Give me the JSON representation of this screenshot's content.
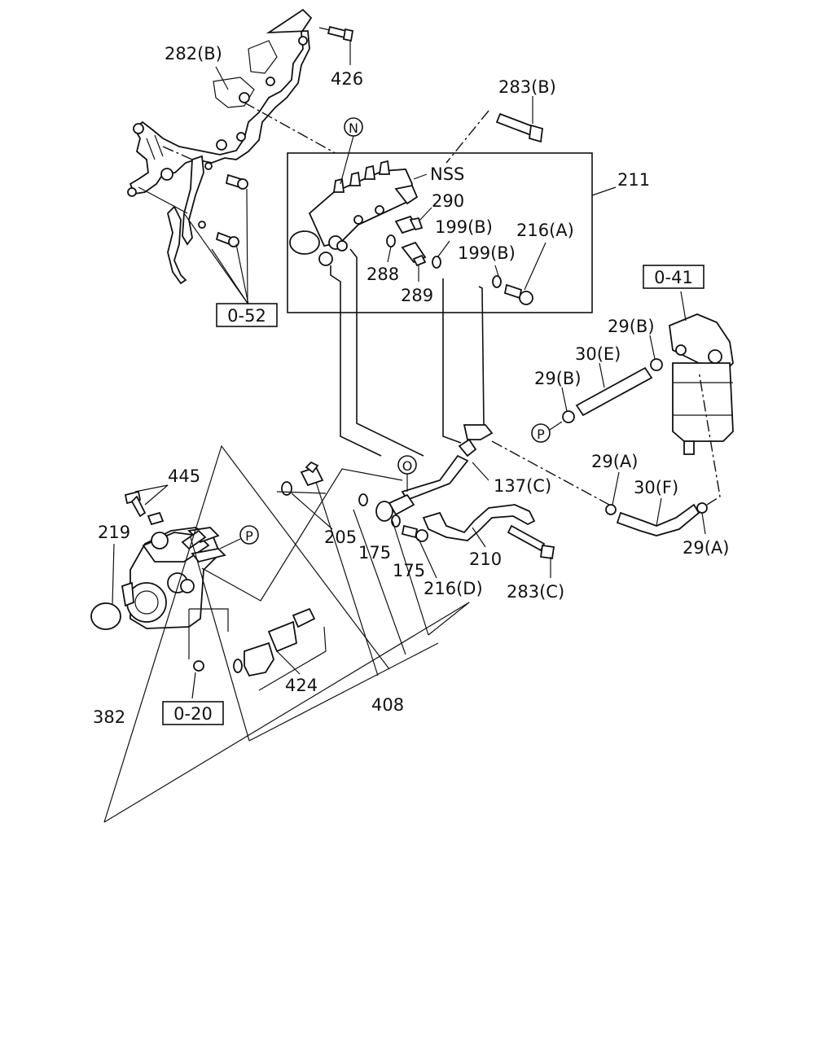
{
  "diagram": {
    "callouts": {
      "c282B": "282(B)",
      "c426": "426",
      "c283B": "283(B)",
      "cNSS": "NSS",
      "c211": "211",
      "c290": "290",
      "c199B1": "199(B)",
      "c216A": "216(A)",
      "c199B2": "199(B)",
      "c288": "288",
      "c289": "289",
      "c29B1": "29(B)",
      "c30E": "30(E)",
      "c29B2": "29(B)",
      "c445": "445",
      "c219": "219",
      "c137C": "137(C)",
      "c29A1": "29(A)",
      "c30F": "30(F)",
      "c29A2": "29(A)",
      "c205": "205",
      "c175a": "175",
      "c175b": "175",
      "c210": "210",
      "c216D": "216(D)",
      "c283C": "283(C)",
      "c424": "424",
      "c408": "408",
      "c382": "382"
    },
    "refs": {
      "r052": "0-52",
      "r041": "0-41",
      "r020": "0-20"
    },
    "markers": {
      "mN": "N",
      "mO": "O",
      "mP1": "P",
      "mP2": "P"
    }
  }
}
